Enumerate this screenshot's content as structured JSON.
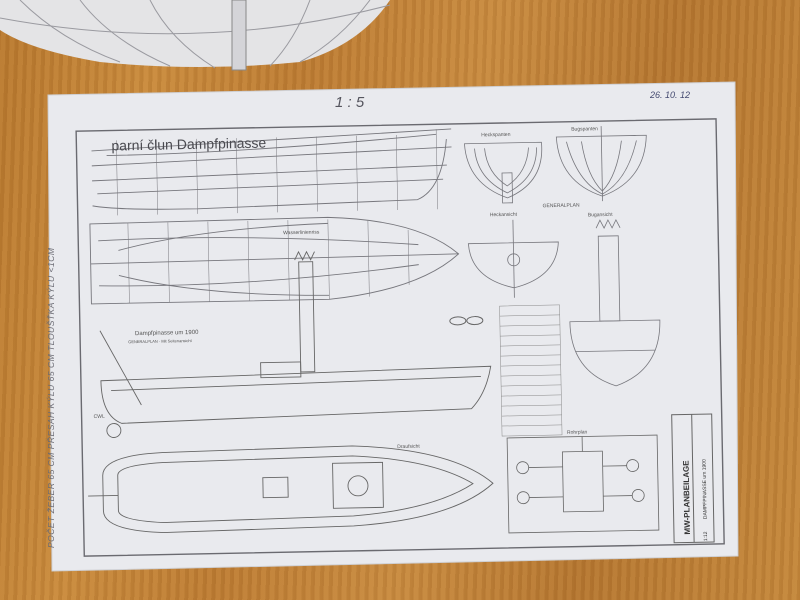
{
  "photo": {
    "title_overlay": "parní člun Dampfpinasse",
    "scale_note": "1 : 5",
    "date_note": "26. 10. 12",
    "margin_note": "POČET ŽEBER 65 CM   PŘESAH KÝLU 65 CM   TLOUŠŤKA KÝLU <1CM"
  },
  "plan": {
    "heckspanten": "Heckspanten",
    "bugspanten": "Bugspanten",
    "generalplan": "GENERALPLAN",
    "heckansicht": "Heckansicht",
    "bugansicht": "Bugansicht",
    "wasserlinienriss": "Wasserlinienriss",
    "side_title": "Dampfpinasse um 1900",
    "side_subtitle": "GENERALPLAN · Mit Seitenansicht",
    "draufsicht": "Draufsicht",
    "rohrplan": "Rohrplan",
    "cwl": "CWL",
    "titleblock_main": "MW-PLANBEILAGE",
    "titleblock_sub": "DAMPFPINASSE um 1900",
    "titleblock_num": "1:12"
  }
}
